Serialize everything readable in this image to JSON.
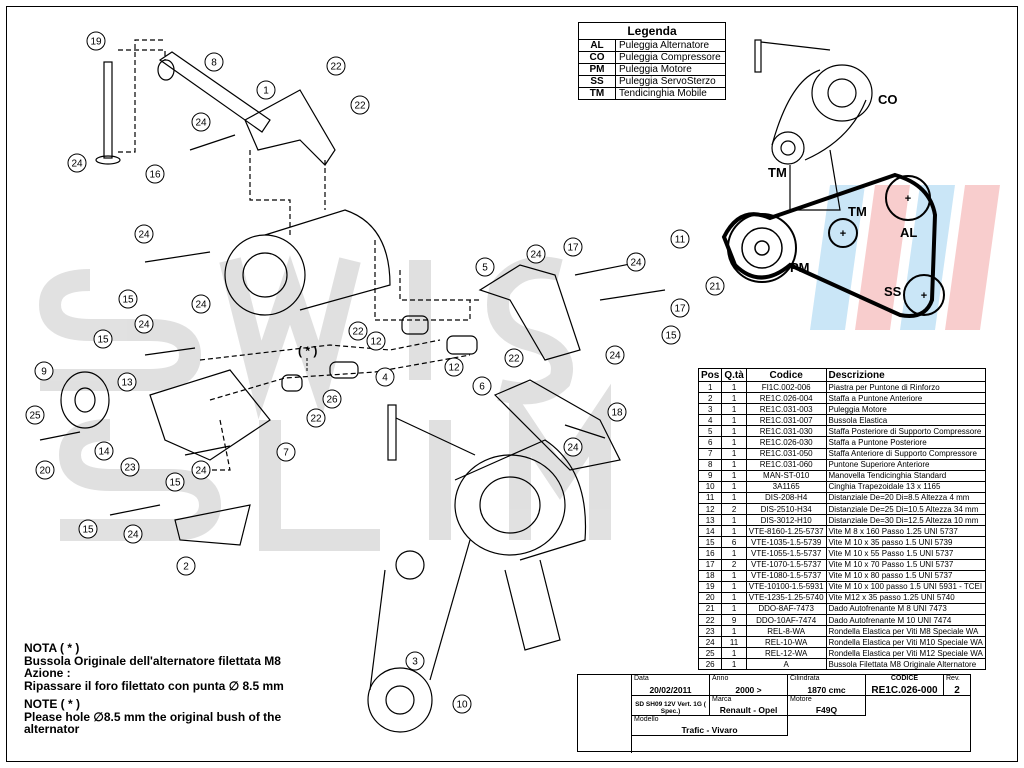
{
  "legend": {
    "title": "Legenda",
    "rows": [
      {
        "code": "AL",
        "desc": "Puleggia Alternatore"
      },
      {
        "code": "CO",
        "desc": "Puleggia Compressore"
      },
      {
        "code": "PM",
        "desc": "Puleggia Motore"
      },
      {
        "code": "SS",
        "desc": "Puleggia ServoSterzo"
      },
      {
        "code": "TM",
        "desc": "Tendicinghia Mobile"
      }
    ]
  },
  "belt_diagram_labels": {
    "co": "CO",
    "tm_left": "TM",
    "tm": "TM",
    "al": "AL",
    "pm": "PM",
    "ss": "SS"
  },
  "callouts": {
    "asterisk": "( * )"
  },
  "parts_table": {
    "headers": {
      "pos": "Pos",
      "qty": "Q.tà",
      "code": "Codice",
      "desc": "Descrizione"
    },
    "rows": [
      {
        "pos": "1",
        "qty": "1",
        "code": "FI1C.002-006",
        "desc": "Piastra per Puntone di Rinforzo"
      },
      {
        "pos": "2",
        "qty": "1",
        "code": "RE1C.026-004",
        "desc": "Staffa a Puntone Anteriore"
      },
      {
        "pos": "3",
        "qty": "1",
        "code": "RE1C.031-003",
        "desc": "Puleggia Motore"
      },
      {
        "pos": "4",
        "qty": "1",
        "code": "RE1C.031-007",
        "desc": "Bussola Elastica"
      },
      {
        "pos": "5",
        "qty": "1",
        "code": "RE1C.031-030",
        "desc": "Staffa Posteriore di Supporto Compressore"
      },
      {
        "pos": "6",
        "qty": "1",
        "code": "RE1C.026-030",
        "desc": "Staffa a Puntone Posteriore"
      },
      {
        "pos": "7",
        "qty": "1",
        "code": "RE1C.031-050",
        "desc": "Staffa Anteriore di Supporto Compressore"
      },
      {
        "pos": "8",
        "qty": "1",
        "code": "RE1C.031-060",
        "desc": "Puntone Superiore Anteriore"
      },
      {
        "pos": "9",
        "qty": "1",
        "code": "MAN-ST-010",
        "desc": "Manovella Tendicinghia Standard"
      },
      {
        "pos": "10",
        "qty": "1",
        "code": "3A1165",
        "desc": "Cinghia Trapezoidale 13 x 1165"
      },
      {
        "pos": "11",
        "qty": "1",
        "code": "DIS-208-H4",
        "desc": "Distanziale De=20 Di=8.5 Altezza 4 mm"
      },
      {
        "pos": "12",
        "qty": "2",
        "code": "DIS-2510-H34",
        "desc": "Distanziale De=25 Di=10.5 Altezza 34 mm"
      },
      {
        "pos": "13",
        "qty": "1",
        "code": "DIS-3012-H10",
        "desc": "Distanziale De=30 Di=12.5 Altezza 10 mm"
      },
      {
        "pos": "14",
        "qty": "1",
        "code": "VTE-8160-1.25-5737",
        "desc": "Vite M 8 x 160 Passo 1.25 UNI 5737"
      },
      {
        "pos": "15",
        "qty": "6",
        "code": "VTE-1035-1.5-5739",
        "desc": "Vite M 10 x 35 passo 1.5 UNI 5739"
      },
      {
        "pos": "16",
        "qty": "1",
        "code": "VTE-1055-1.5-5737",
        "desc": "Vite M 10 x 55 Passo 1.5 UNI 5737"
      },
      {
        "pos": "17",
        "qty": "2",
        "code": "VTE-1070-1.5-5737",
        "desc": "Vite M 10 x 70 Passo 1.5 UNI 5737"
      },
      {
        "pos": "18",
        "qty": "1",
        "code": "VTE-1080-1.5-5737",
        "desc": "Vite M 10 x 80 passo 1.5 UNI 5737"
      },
      {
        "pos": "19",
        "qty": "1",
        "code": "VTE-10100-1.5-5931",
        "desc": "Vite M 10 x 100 passo 1.5 UNI 5931 - TCEI"
      },
      {
        "pos": "20",
        "qty": "1",
        "code": "VTE-1235-1.25-5740",
        "desc": "Vite M12 x 35 passo 1.25 UNI 5740"
      },
      {
        "pos": "21",
        "qty": "1",
        "code": "DDO-8AF-7473",
        "desc": "Dado Autofrenante M 8 UNI 7473"
      },
      {
        "pos": "22",
        "qty": "9",
        "code": "DDO-10AF-7474",
        "desc": "Dado Autofrenante M 10 UNI 7474"
      },
      {
        "pos": "23",
        "qty": "1",
        "code": "REL-8-WA",
        "desc": "Rondella Elastica per Viti M8 Speciale WA"
      },
      {
        "pos": "24",
        "qty": "11",
        "code": "REL-10-WA",
        "desc": "Rondella Elastica per Viti M10 Speciale WA"
      },
      {
        "pos": "25",
        "qty": "1",
        "code": "REL-12-WA",
        "desc": "Rondella Elastica per Viti M12 Speciale WA"
      },
      {
        "pos": "26",
        "qty": "1",
        "code": "A",
        "desc": "Bussola Filettata M8 Originale Alternatore"
      }
    ]
  },
  "notes": {
    "it_title": "NOTA ( * )",
    "it_line1": "Bussola Originale dell'alternatore filettata M8",
    "it_action_label": "Azione :",
    "it_action": "Ripassare il foro filettato con punta ∅ 8.5 mm",
    "en_title": "NOTE ( * )",
    "en_line1": "Please hole ∅8.5 mm the original bush of the",
    "en_line2": "alternator"
  },
  "title_block": {
    "data_label": "Data",
    "data": "20/02/2011",
    "anno_label": "Anno",
    "anno": "2000 >",
    "cil_label": "Cilindrata",
    "cil": "1870 cmc",
    "codice_label": "CODICE",
    "codice": "RE1C.026-000",
    "rev_label": "Rev.",
    "rev": "2",
    "comp": "SD SH09 12V Vert. 1G ( Spec.)",
    "marca_label": "Marca",
    "marca": "Renault - Opel",
    "motore_label": "Motore",
    "motore": "F49Q",
    "modello_label": "Modello",
    "modello": "Trafic - Vivaro"
  },
  "colors": {
    "line": "#000000",
    "watermark_blue": "#9fd3f2",
    "watermark_red": "#f4a6a6",
    "watermark_grey": "#c8c8c8"
  }
}
